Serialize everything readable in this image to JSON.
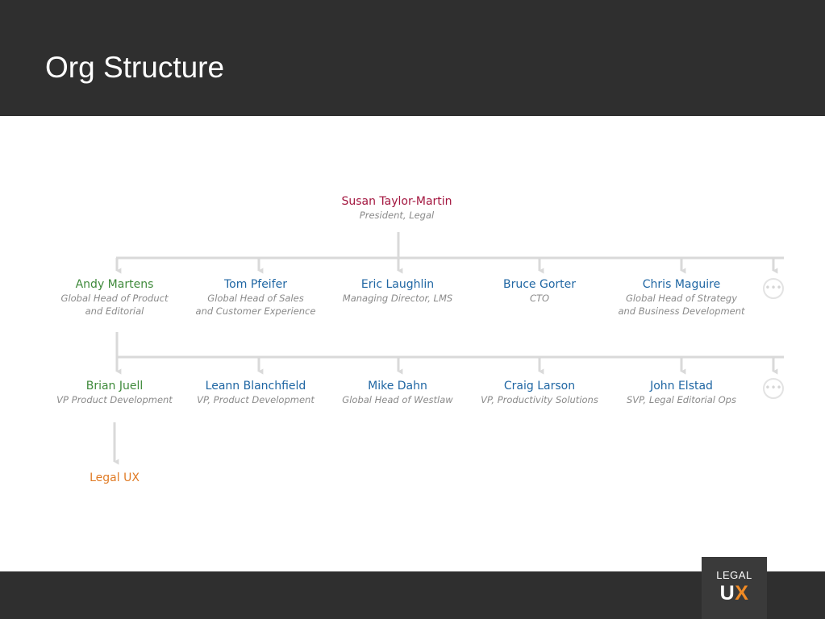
{
  "slide": {
    "title": "Org Structure"
  },
  "logo": {
    "line1": "LEGAL",
    "line2_u": "U",
    "line2_x": "X"
  },
  "org": {
    "top": {
      "name": "Susan Taylor-Martin",
      "role": "President, Legal"
    },
    "row1": [
      {
        "name": "Andy Martens",
        "role": "Global Head of Product\nand Editorial"
      },
      {
        "name": "Tom Pfeifer",
        "role": "Global Head of Sales\nand Customer Experience"
      },
      {
        "name": "Eric Laughlin",
        "role": "Managing Director, LMS"
      },
      {
        "name": "Bruce Gorter",
        "role": "CTO"
      },
      {
        "name": "Chris Maguire",
        "role": "Global Head of Strategy\nand Business Development"
      }
    ],
    "row2": [
      {
        "name": "Brian Juell",
        "role": "VP Product Development"
      },
      {
        "name": "Leann Blanchfield",
        "role": "VP, Product Development"
      },
      {
        "name": "Mike Dahn",
        "role": "Global Head of Westlaw"
      },
      {
        "name": "Craig Larson",
        "role": "VP, Productivity Solutions"
      },
      {
        "name": "John Elstad",
        "role": "SVP, Legal Editorial Ops"
      }
    ],
    "team": {
      "name": "Legal UX"
    },
    "more_icon": "ellipsis-icon"
  },
  "colors": {
    "header_bg": "#2f2f2f",
    "top_name": "#a3163f",
    "highlight_path": "#3f8a3b",
    "name_default": "#1f66a3",
    "team": "#e07b25",
    "connector": "#d9d9d9",
    "role_text": "#8a8a8a"
  }
}
